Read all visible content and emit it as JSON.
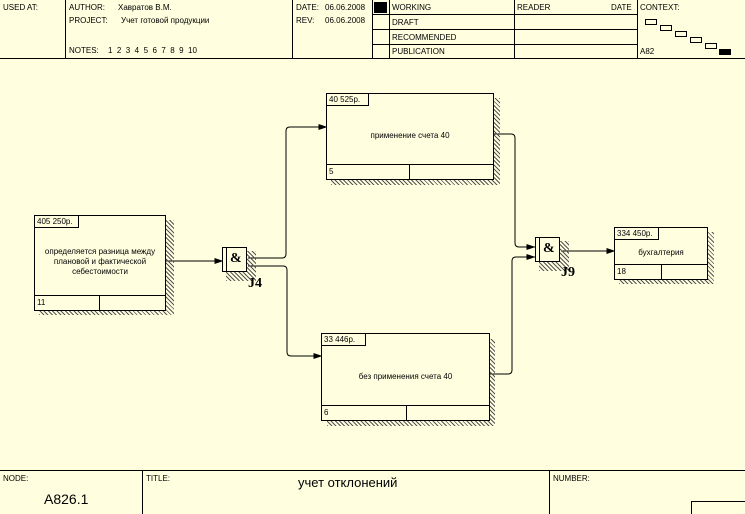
{
  "header": {
    "used_at_label": "USED AT:",
    "author_label": "AUTHOR:",
    "author_value": "Хавратов В.М.",
    "project_label": "PROJECT:",
    "project_value": "Учет готовой продукции",
    "notes_label": "NOTES:",
    "notes_numbers": "1  2  3  4  5  6  7  8  9  10",
    "date_label": "DATE:",
    "date_value": "06.06.2008",
    "rev_label": "REV:",
    "rev_value": "06.06.2008",
    "status_items": [
      "WORKING",
      "DRAFT",
      "RECOMMENDED",
      "PUBLICATION"
    ],
    "reader_label": "READER",
    "reader_date_label": "DATE",
    "context_label": "CONTEXT:",
    "context_node": "A82"
  },
  "diagram": {
    "boxes": [
      {
        "id": "box-11",
        "cost": "405 250р.",
        "name": "определяется разница между плановой и фактической себестоимости",
        "number": "11"
      },
      {
        "id": "box-5",
        "cost": "40 525р.",
        "name": "применение счета 40",
        "number": "5"
      },
      {
        "id": "box-6",
        "cost": "33 446р.",
        "name": "без применения счета 40",
        "number": "6"
      },
      {
        "id": "box-18",
        "cost": "334 450р.",
        "name": "бухгалтерия",
        "number": "18"
      }
    ],
    "junctions": [
      {
        "id": "J4",
        "symbol": "&",
        "label": "J4"
      },
      {
        "id": "J9",
        "symbol": "&",
        "label": "J9"
      }
    ]
  },
  "footer": {
    "node_label": "NODE:",
    "node_value": "A826.1",
    "title_label": "TITLE:",
    "title_value": "учет отклонений",
    "number_label": "NUMBER:"
  }
}
